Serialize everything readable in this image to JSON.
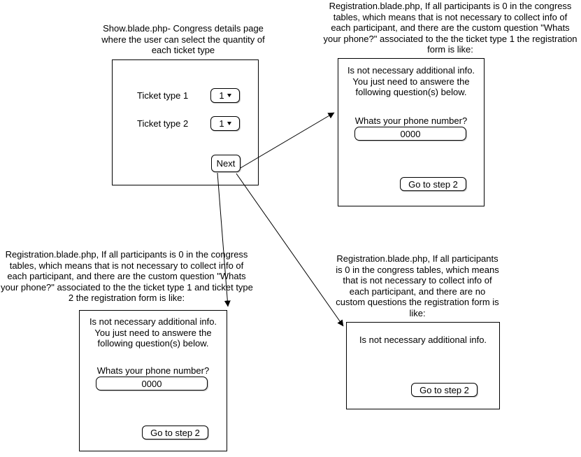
{
  "captions": {
    "top_left": {
      "lines": [
        "Show.blade.php- Congress details page",
        "where the user can select the quantity of",
        "each ticket type"
      ]
    },
    "top_right": {
      "lines": [
        "Registration.blade.php, If all participants is 0 in the congress",
        "tables, which means that is not necessary to collect info of",
        "each participant, and there are the custom question \"Whats",
        "your phone?\" associated to the the ticket type 1 the registration",
        "form is like:"
      ]
    },
    "bottom_left": {
      "lines": [
        "Registration.blade.php, If all participants is 0 in the congress",
        "tables, which means that is not necessary to collect info of",
        "each participant, and there are the custom question \"Whats",
        "your phone?\" associated to the the ticket type 1 and ticket type",
        "2 the registration form is like:"
      ]
    },
    "bottom_right": {
      "lines": [
        "Registration.blade.php, If all participants",
        "is 0 in the congress tables, which means",
        "that is not necessary to collect info of",
        "each participant, and there are no",
        "custom questions the registration form is",
        "like:"
      ]
    }
  },
  "ticket_selector": {
    "rows": [
      {
        "label": "Ticket type 1",
        "quantity": "1"
      },
      {
        "label": "Ticket type 2",
        "quantity": "1"
      }
    ],
    "next_button": "Next"
  },
  "form_top_right": {
    "intro_lines": [
      "Is not necessary additional info.",
      "You just need to answere the",
      "following question(s) below."
    ],
    "question_label": "Whats your phone number?",
    "input_value": "0000",
    "button_label": "Go to step 2"
  },
  "form_bottom_left": {
    "intro_lines": [
      "Is not necessary additional info.",
      "You just need to answere the",
      "following question(s) below."
    ],
    "question_label": "Whats your phone number?",
    "input_value": "0000",
    "button_label": "Go to step 2"
  },
  "form_bottom_right": {
    "intro_lines": [
      "Is not necessary additional info."
    ],
    "button_label": "Go to step 2"
  },
  "colors": {
    "stroke": "#000000",
    "canvas_background": "#ffffff"
  }
}
